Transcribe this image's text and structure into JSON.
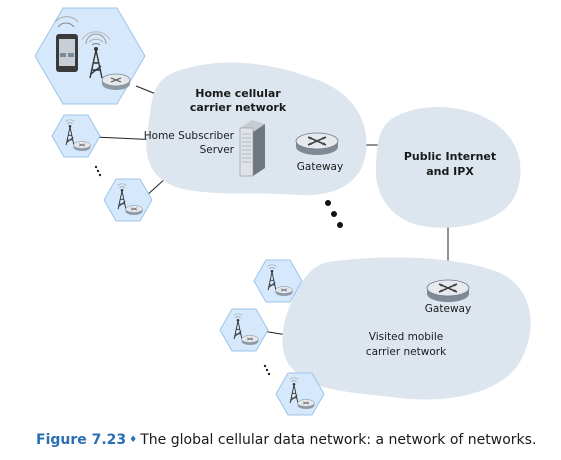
{
  "diagram": {
    "home_network": {
      "line1": "Home cellular",
      "line2": "carrier network"
    },
    "hss": {
      "line1": "Home Subscriber",
      "line2": "Server"
    },
    "home_gateway": {
      "label": "Gateway"
    },
    "public_internet": {
      "line1": "Public Internet",
      "line2": "and IPX"
    },
    "visited_gateway": {
      "label": "Gateway"
    },
    "visited_network": {
      "line1": "Visited mobile",
      "line2": "carrier network"
    }
  },
  "caption": {
    "figure_label": "Figure 7.23",
    "separator": "♦",
    "text": "The global cellular data network: a network of networks."
  },
  "colors": {
    "cloud": "#dde6ef",
    "hex": "#d6e8fb",
    "hex_stroke": "#9cc4ea",
    "accent": "#2a6fb3"
  }
}
